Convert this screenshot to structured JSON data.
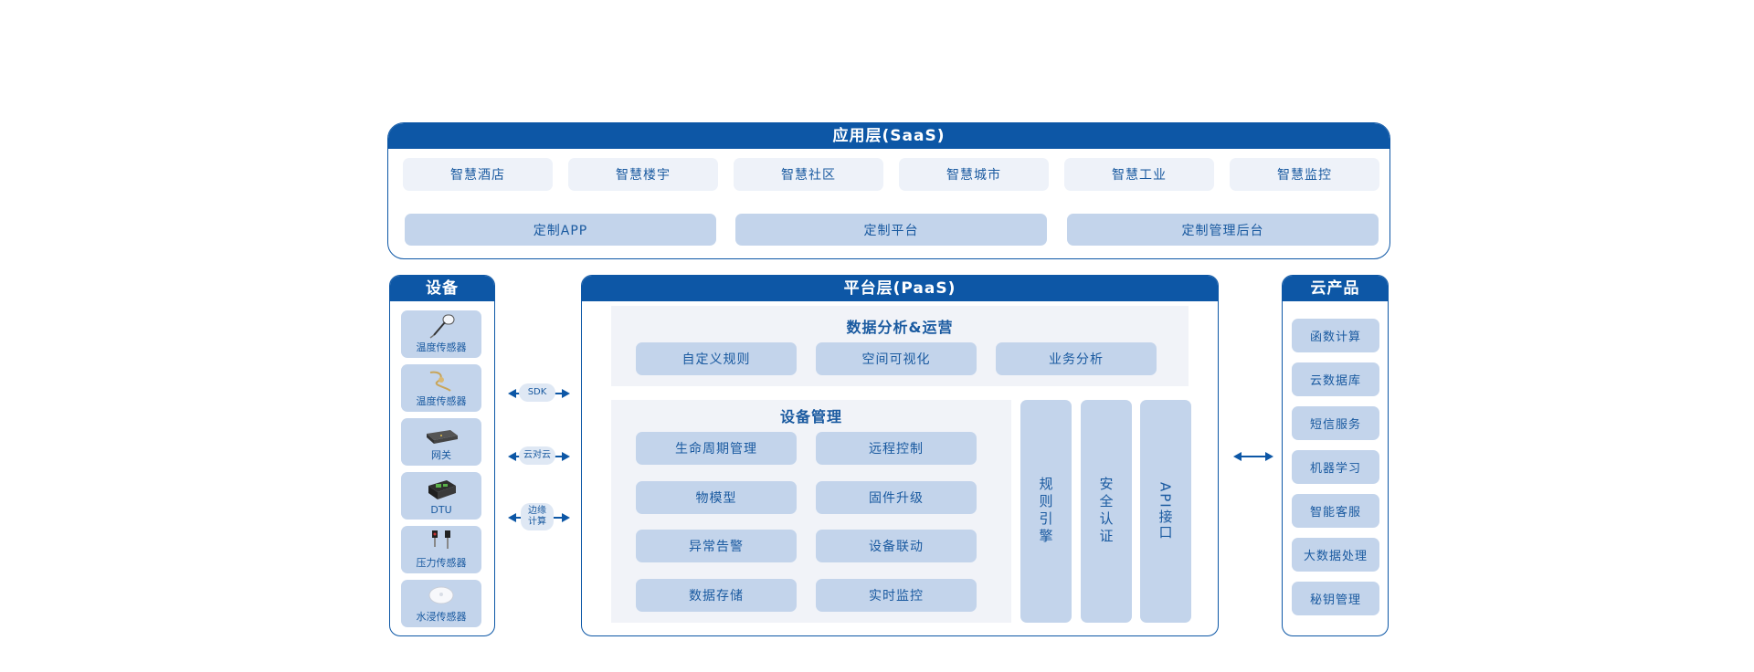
{
  "saas": {
    "title": "应用层(SaaS)",
    "solutions": [
      "智慧酒店",
      "智慧楼宇",
      "智慧社区",
      "智慧城市",
      "智慧工业",
      "智慧监控"
    ],
    "custom": [
      "定制APP",
      "定制平台",
      "定制管理后台"
    ]
  },
  "devices": {
    "title": "设备",
    "items": [
      {
        "label": "温度传感器",
        "icon": "temperature-probe-icon"
      },
      {
        "label": "温度传感器",
        "icon": "wired-sensor-icon"
      },
      {
        "label": "网关",
        "icon": "gateway-icon"
      },
      {
        "label": "DTU",
        "icon": "dtu-module-icon"
      },
      {
        "label": "压力传感器",
        "icon": "pressure-sensor-icon"
      },
      {
        "label": "水浸传感器",
        "icon": "water-leak-sensor-icon"
      }
    ]
  },
  "connectors": [
    "SDK",
    "云对云",
    "边缘\n计算"
  ],
  "paas": {
    "title": "平台层(PaaS)",
    "analytics": {
      "title": "数据分析&运营",
      "items": [
        "自定义规则",
        "空间可视化",
        "业务分析"
      ]
    },
    "device_mgmt": {
      "title": "设备管理",
      "items": [
        "生命周期管理",
        "远程控制",
        "物模型",
        "固件升级",
        "异常告警",
        "设备联动",
        "数据存储",
        "实时监控"
      ]
    },
    "side": [
      "规则引擎",
      "安全认证",
      "API接口"
    ]
  },
  "cloud": {
    "title": "云产品",
    "items": [
      "函数计算",
      "云数据库",
      "短信服务",
      "机器学习",
      "智能客服",
      "大数据处理",
      "秘钥管理"
    ]
  },
  "colors": {
    "primary": "#0d57a6",
    "pill": "#c3d4eb",
    "zone": "#f1f3f8"
  }
}
